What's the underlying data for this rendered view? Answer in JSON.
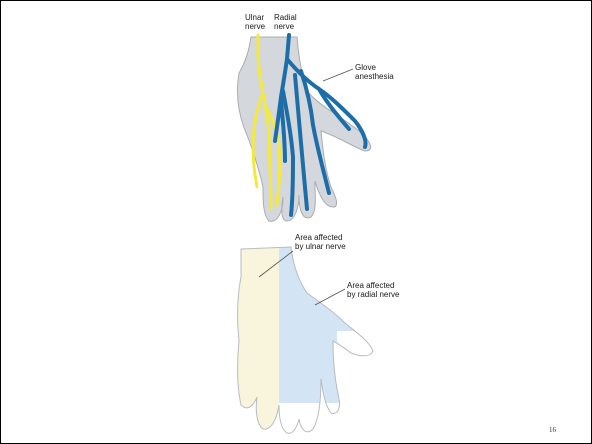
{
  "slide": {
    "page_number": "16"
  },
  "diagram_top": {
    "labels": {
      "ulnar_line1": "Ulnar",
      "ulnar_line2": "nerve",
      "radial_line1": "Radial",
      "radial_line2": "nerve",
      "glove_line1": "Glove",
      "glove_line2": "anesthesia"
    },
    "colors": {
      "ulnar_nerve": "#f4ea3c",
      "radial_nerve": "#1d6ea8",
      "hand_fill": "#d4d7db",
      "hand_outline": "#a9adb2"
    }
  },
  "diagram_bottom": {
    "labels": {
      "ulnar_area_line1": "Area affected",
      "ulnar_area_line2": "by ulnar nerve",
      "radial_area_line1": "Area affected",
      "radial_area_line2": "by radial nerve"
    },
    "colors": {
      "ulnar_area": "#f8f5dc",
      "radial_area": "#d3e4f4",
      "hand_outline": "#b9bcbf"
    }
  }
}
